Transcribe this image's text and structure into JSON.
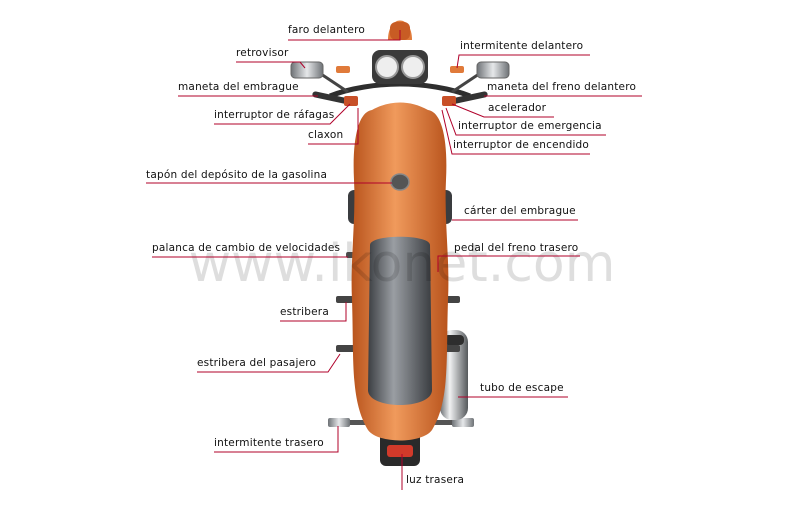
{
  "watermark": "www.ikonet.com",
  "colors": {
    "leader": "#b0002a",
    "body": "#e07a3a",
    "seat": "#6a6e72",
    "chrome": "#c9ccd0"
  },
  "labels": {
    "faro_delantero": "faro delantero",
    "retrovisor": "retrovisor",
    "intermitente_delantero": "intermitente delantero",
    "maneta_embrague": "maneta del embrague",
    "maneta_freno_delantero": "maneta del freno delantero",
    "interruptor_rafagas": "interruptor de ráfagas",
    "acelerador": "acelerador",
    "claxon": "claxon",
    "interruptor_emergencia": "interruptor de emergencia",
    "interruptor_encendido": "interruptor de encendido",
    "tapon_deposito": "tapón del depósito de la gasolina",
    "carter_embrague": "cárter del embrague",
    "palanca_cambio": "palanca de cambio de velocidades",
    "pedal_freno_trasero": "pedal del freno trasero",
    "estribera": "estribera",
    "estribera_pasajero": "estribera del pasajero",
    "tubo_escape": "tubo de escape",
    "intermitente_trasero": "intermitente trasero",
    "luz_trasera": "luz trasera"
  }
}
